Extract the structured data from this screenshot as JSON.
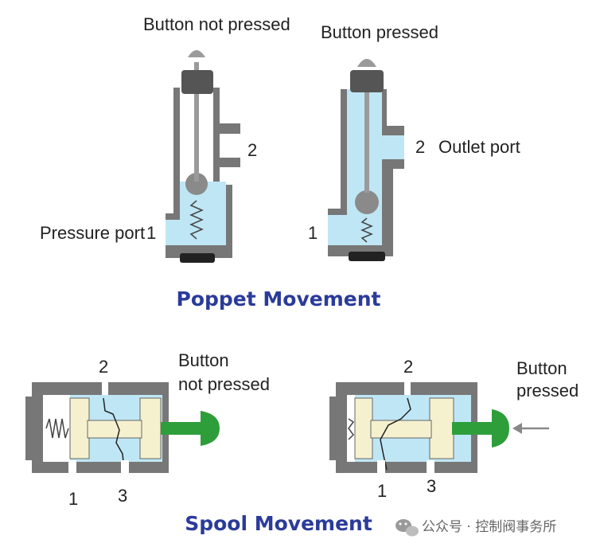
{
  "colors": {
    "housing": "#777777",
    "fluid": "#bfe6f5",
    "spool": "#f5f1cf",
    "stem": "#2e9e3a",
    "title": "#2b3b9a",
    "cap": "#555555",
    "ball": "#8a8a8a"
  },
  "poppet": {
    "left_title": "Button not pressed",
    "right_title": "Button pressed",
    "port2_left": "2",
    "port2_right": "2",
    "outlet_label": "Outlet port",
    "pressure_label": "Pressure port",
    "port1_left": "1",
    "port1_right": "1",
    "caption": "Poppet Movement"
  },
  "spool": {
    "left_button_line1": "Button",
    "left_button_line2": "not pressed",
    "right_button_line1": "Button",
    "right_button_line2": "pressed",
    "left_port2": "2",
    "left_port1": "1",
    "left_port3": "3",
    "right_port2": "2",
    "right_port1": "1",
    "right_port3": "3",
    "caption": "Spool Movement"
  },
  "watermark": {
    "icon": "wechat-icon",
    "text": "公众号 · 控制阀事务所"
  }
}
